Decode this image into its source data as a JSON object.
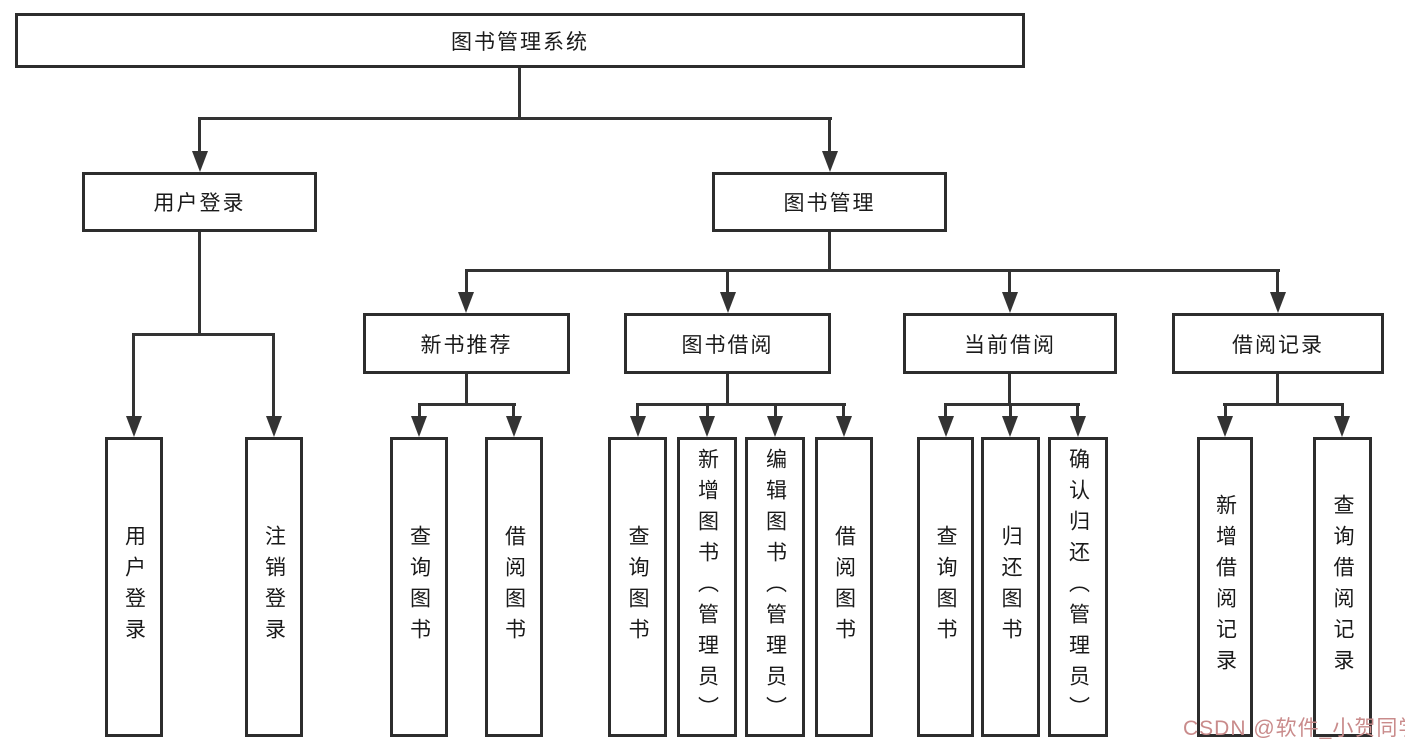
{
  "diagram_title": "图书管理系统",
  "tree": {
    "root": {
      "label": "图书管理系统"
    },
    "branches": [
      {
        "label": "用户登录",
        "leaves": [
          {
            "label": "用户登录"
          },
          {
            "label": "注销登录"
          }
        ]
      },
      {
        "label": "图书管理",
        "groups": [
          {
            "label": "新书推荐",
            "leaves": [
              {
                "label": "查询图书"
              },
              {
                "label": "借阅图书"
              }
            ]
          },
          {
            "label": "图书借阅",
            "leaves": [
              {
                "label": "查询图书"
              },
              {
                "label": "新增图书（管理员）"
              },
              {
                "label": "编辑图书（管理员）"
              },
              {
                "label": "借阅图书"
              }
            ]
          },
          {
            "label": "当前借阅",
            "leaves": [
              {
                "label": "查询图书"
              },
              {
                "label": "归还图书"
              },
              {
                "label": "确认归还（管理员）"
              }
            ]
          },
          {
            "label": "借阅记录",
            "leaves": [
              {
                "label": "新增借阅记录"
              },
              {
                "label": "查询借阅记录"
              }
            ]
          }
        ]
      }
    ]
  },
  "watermark": "CSDN @软件_小贺同学",
  "colors": {
    "line": "#333333",
    "box_border": "#2d2d2d",
    "text": "#1a1a1a",
    "background": "#ffffff",
    "watermark": "#c98b8b"
  }
}
